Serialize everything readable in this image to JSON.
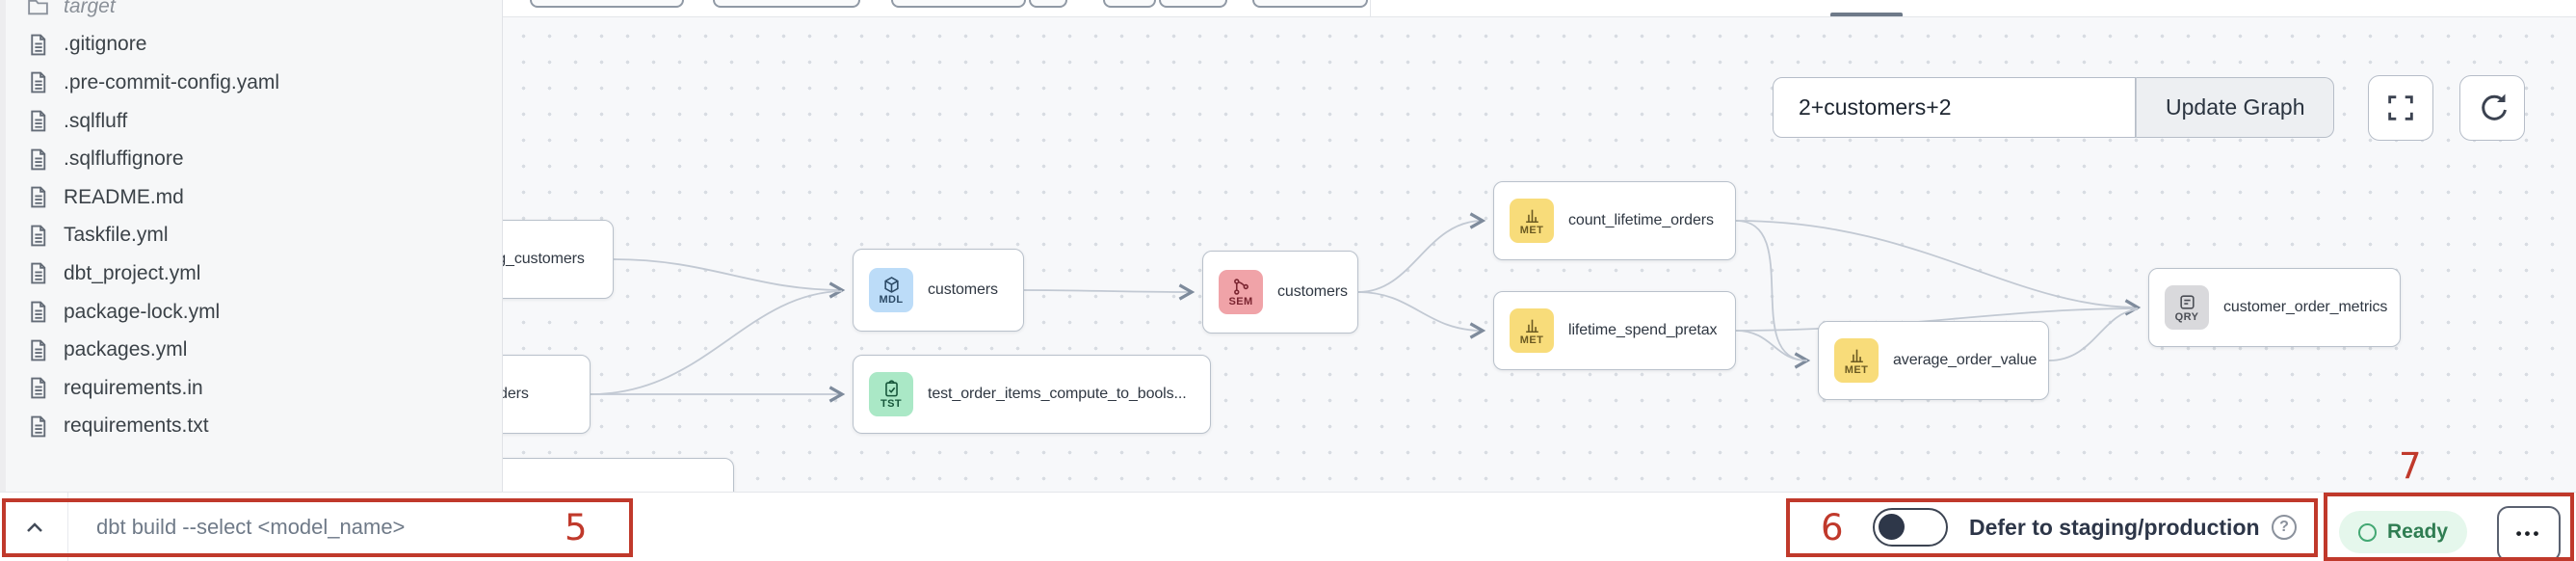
{
  "sidebar": {
    "items": [
      {
        "label": "target",
        "icon": "folder",
        "muted": true
      },
      {
        "label": ".gitignore",
        "icon": "file"
      },
      {
        "label": ".pre-commit-config.yaml",
        "icon": "file"
      },
      {
        "label": ".sqlfluff",
        "icon": "file"
      },
      {
        "label": ".sqlfluffignore",
        "icon": "file"
      },
      {
        "label": "README.md",
        "icon": "file"
      },
      {
        "label": "Taskfile.yml",
        "icon": "file"
      },
      {
        "label": "dbt_project.yml",
        "icon": "file"
      },
      {
        "label": "package-lock.yml",
        "icon": "file"
      },
      {
        "label": "packages.yml",
        "icon": "file"
      },
      {
        "label": "requirements.in",
        "icon": "file"
      },
      {
        "label": "requirements.txt",
        "icon": "file"
      }
    ]
  },
  "graph": {
    "controls": {
      "selector_value": "2+customers+2",
      "update_button_label": "Update Graph"
    },
    "nodes": [
      {
        "label": "stg_customers",
        "type": ""
      },
      {
        "label": "orders",
        "type": ""
      },
      {
        "label": "customers",
        "type": "MDL"
      },
      {
        "label": "test_order_items_compute_to_bools...",
        "type": "TST"
      },
      {
        "label": "customers",
        "type": "SEM"
      },
      {
        "label": "count_lifetime_orders",
        "type": "MET"
      },
      {
        "label": "lifetime_spend_pretax",
        "type": "MET"
      },
      {
        "label": "average_order_value",
        "type": "MET"
      },
      {
        "label": "customer_order_metrics",
        "type": "QRY"
      }
    ]
  },
  "bottom_bar": {
    "command_placeholder": "dbt build --select <model_name>",
    "defer_label": "Defer to staging/production",
    "help_label": "?",
    "status_label": "Ready",
    "more_label": "•••"
  },
  "annotations": {
    "command": "5",
    "defer": "6",
    "status": "7"
  },
  "colors": {
    "annotation_red": "#c0392b",
    "mdl_badge": "#bcdcf8",
    "sem_badge": "#f0a3a8",
    "met_badge": "#f8dc7a",
    "tst_badge": "#aae8c6",
    "qry_badge": "#d9d9dc",
    "status_green_bg": "#e5f7ec",
    "status_green_fg": "#2f7d52"
  }
}
